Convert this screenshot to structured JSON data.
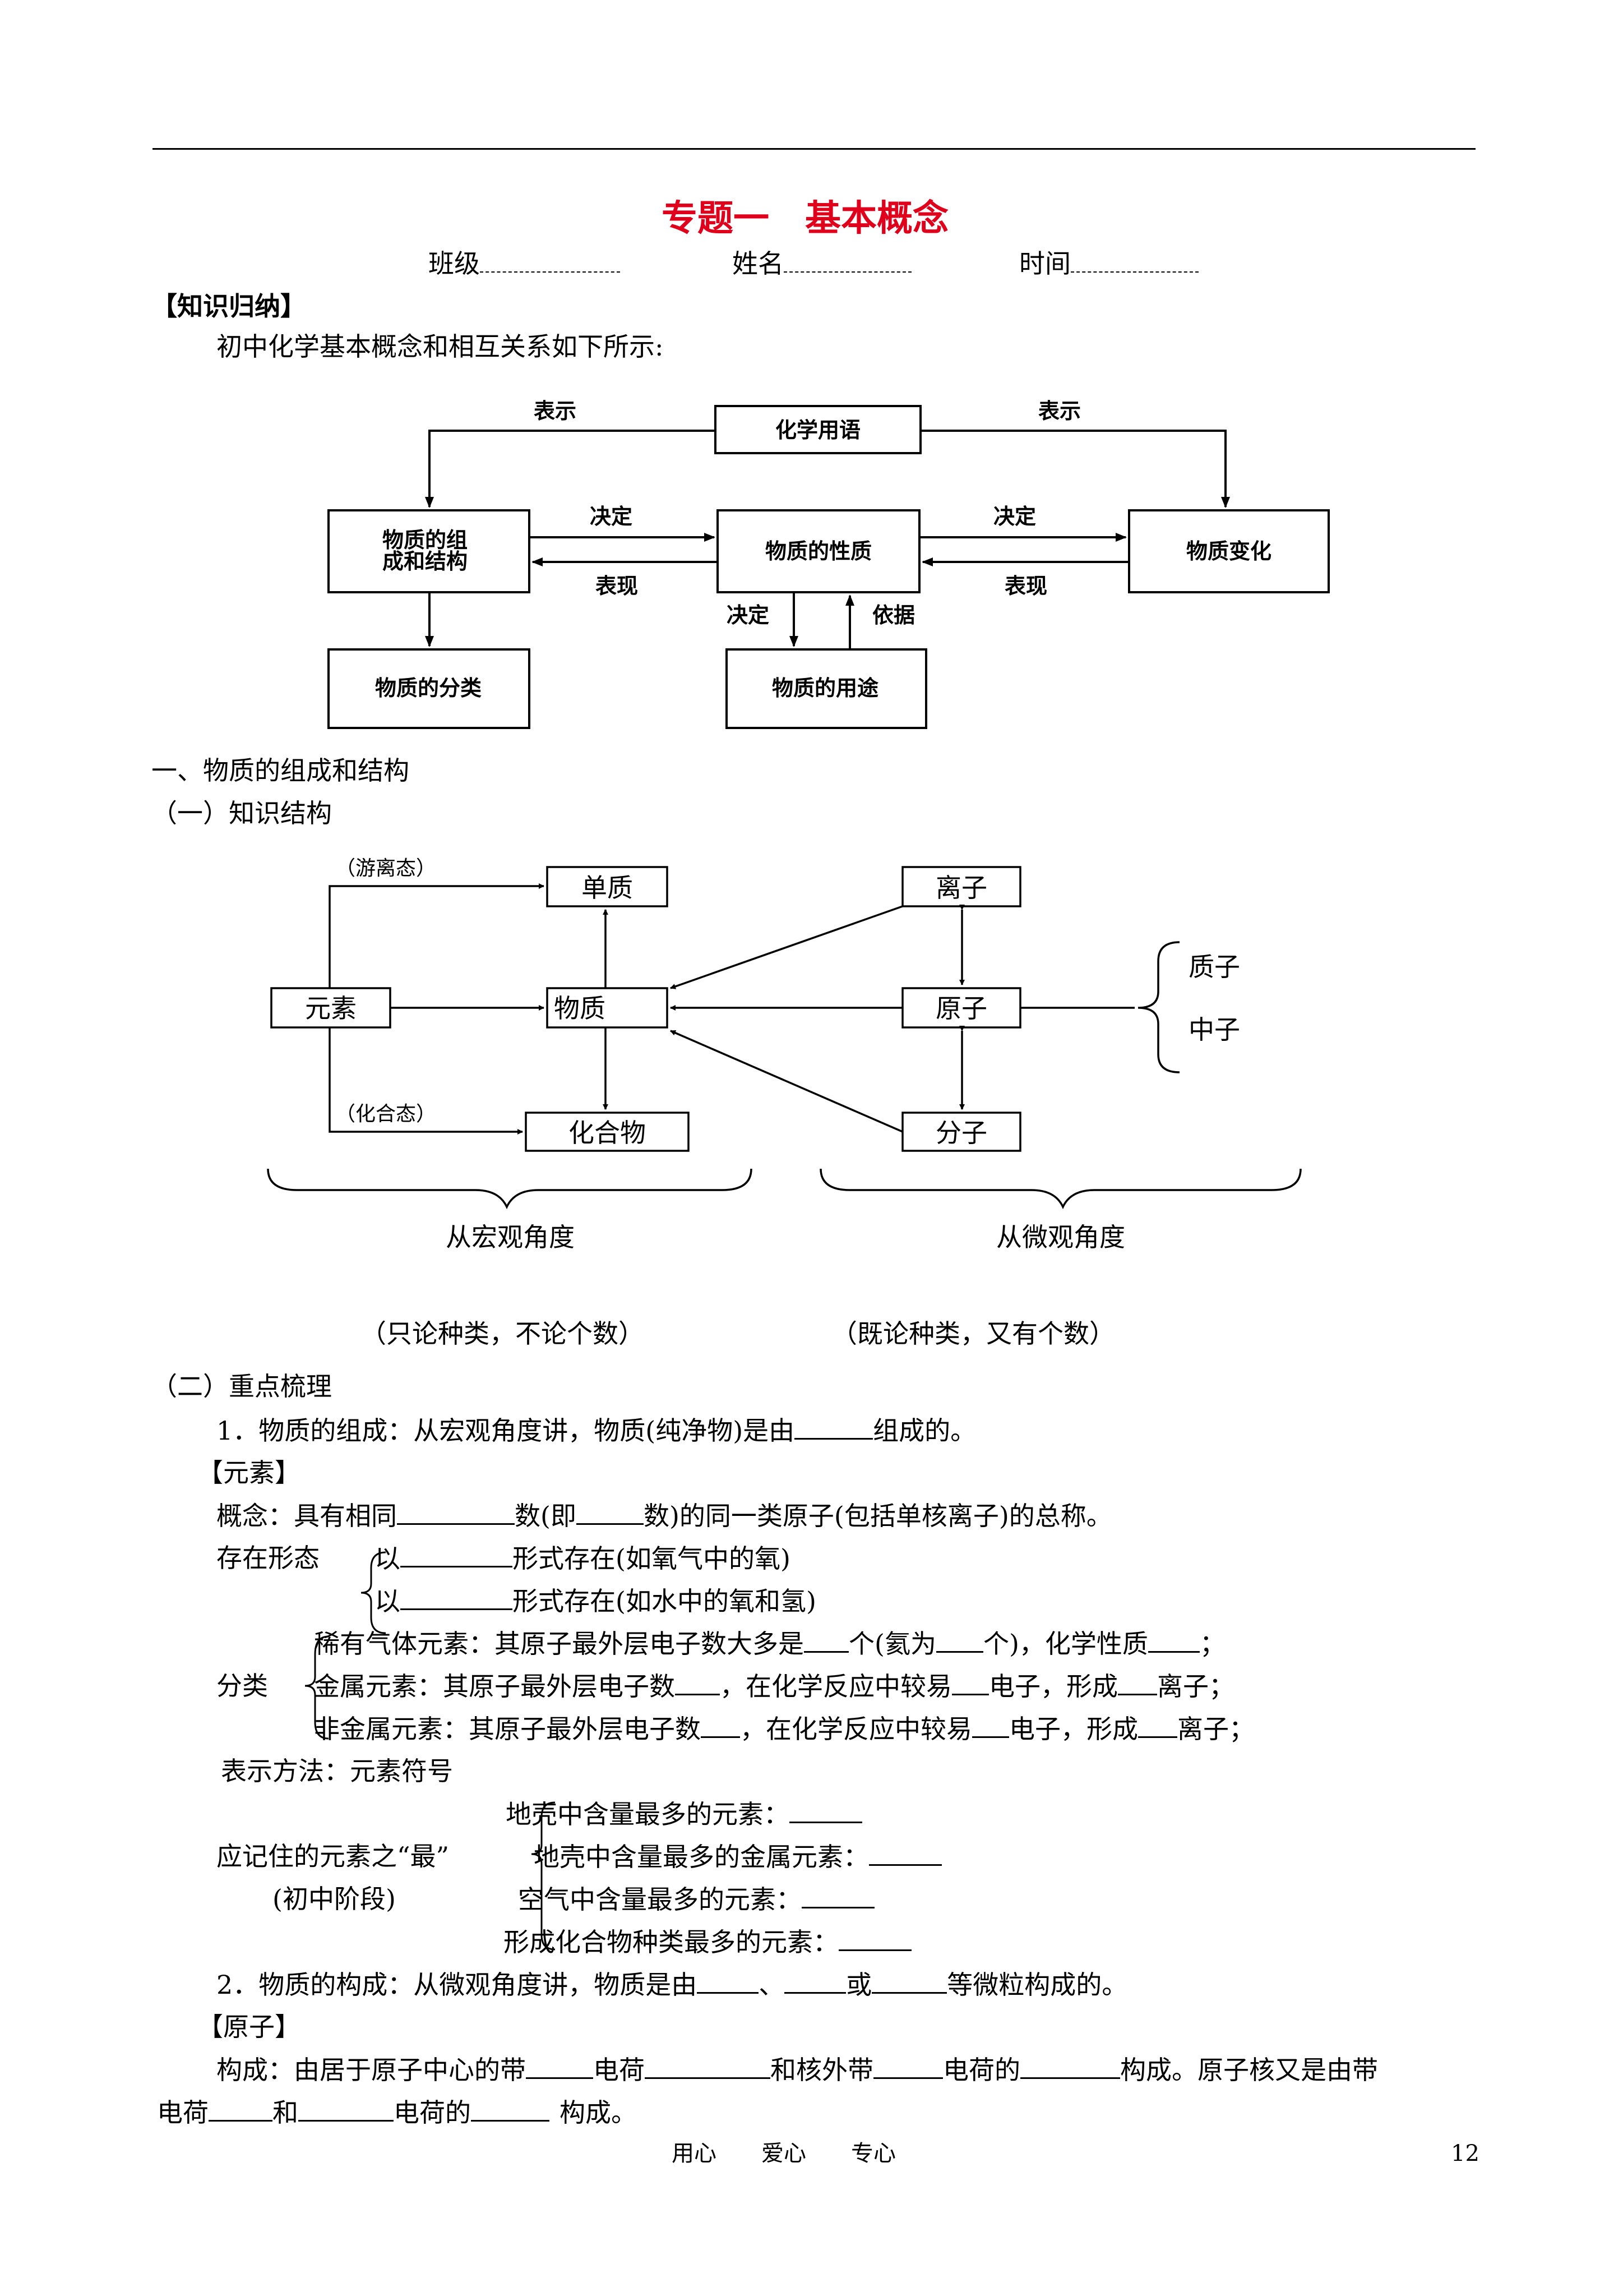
{
  "doc": {
    "title": "专题一　基本概念",
    "class_label": "班级",
    "name_label": "姓名",
    "time_label": "时间",
    "section_knowledge": "【知识归纳】",
    "intro": "初中化学基本概念和相互关系如下所示:",
    "footer": "用心　　爱心　　专心",
    "page_number": "12"
  },
  "diagram1": {
    "chem_terms": "化学用语",
    "represent_left": "表示",
    "represent_right": "表示",
    "composition_line1": "物质的组",
    "composition_line2": "成和结构",
    "properties": "物质的性质",
    "change": "物质变化",
    "determine_1": "决定",
    "manifest_1": "表现",
    "determine_2": "决定",
    "manifest_2": "表现",
    "determine_3": "决定",
    "basis": "依据",
    "classification": "物质的分类",
    "use": "物质的用途"
  },
  "section1": {
    "heading": "一、物质的组成和结构",
    "sub1": "（一）知识结构"
  },
  "diagram2": {
    "free_state": "（游离态）",
    "simple_substance": "单质",
    "ion": "离子",
    "element": "元素",
    "substance": "物质",
    "atom": "原子",
    "proton": "质子",
    "neutron": "中子",
    "combined_state": "（化合态）",
    "compound": "化合物",
    "molecule": "分子",
    "macro": "从宏观角度",
    "micro": "从微观角度",
    "macro_note": "（只论种类，不论个数）",
    "micro_note": "（既论种类，又有个数）"
  },
  "key_points": {
    "heading": "（二）重点梳理",
    "p1_a": "1．物质的组成：从宏观角度讲，物质(纯净物)是由",
    "p1_b": "组成的。",
    "element_tag": "【元素】",
    "concept_a": "概念：具有相同",
    "concept_b": "数(即",
    "concept_c": "数)的同一类原子(包括单核离子)的总称。",
    "exist_label": "存在形态",
    "exist1_a": "以",
    "exist1_b": "形式存在(如氧气中的氧)",
    "exist2_a": "以",
    "exist2_b": "形式存在(如水中的氧和氢)",
    "noble_a": "稀有气体元素：其原子最外层电子数大多是",
    "noble_b": "个(氦为",
    "noble_c": "个)，化学性质",
    "noble_d": "；",
    "class_label": "分类",
    "metal_a": "金属元素：其原子最外层电子数",
    "metal_b": "，在化学反应中较易",
    "metal_c": "电子，形成",
    "metal_d": "离子；",
    "nonmetal_a": "非金属元素：其原子最外层电子数",
    "nonmetal_b": "，在化学反应中较易",
    "nonmetal_c": "电子，形成",
    "nonmetal_d": "离子；",
    "symbol_line": "表示方法：元素符号",
    "most1": "地壳中含量最多的元素：",
    "most_label": "应记住的元素之“最”",
    "most2": "地壳中含量最多的金属元素：",
    "stage": "(初中阶段)",
    "most3": "空气中含量最多的元素：",
    "most4": "形成化合物种类最多的元素：",
    "p2_a": "2．物质的构成：从微观角度讲，物质是由",
    "p2_b": "、",
    "p2_c": "或",
    "p2_d": "等微粒构成的。",
    "atom_tag": "【原子】",
    "atom_a": "构成：由居于原子中心的带",
    "atom_b": "电荷",
    "atom_c": "和核外带",
    "atom_d": "电荷的",
    "atom_e": "构成。原子核又是由带",
    "atom_f": "电荷",
    "atom_g": "和",
    "atom_h": "电荷的",
    "atom_i": "构成。"
  }
}
